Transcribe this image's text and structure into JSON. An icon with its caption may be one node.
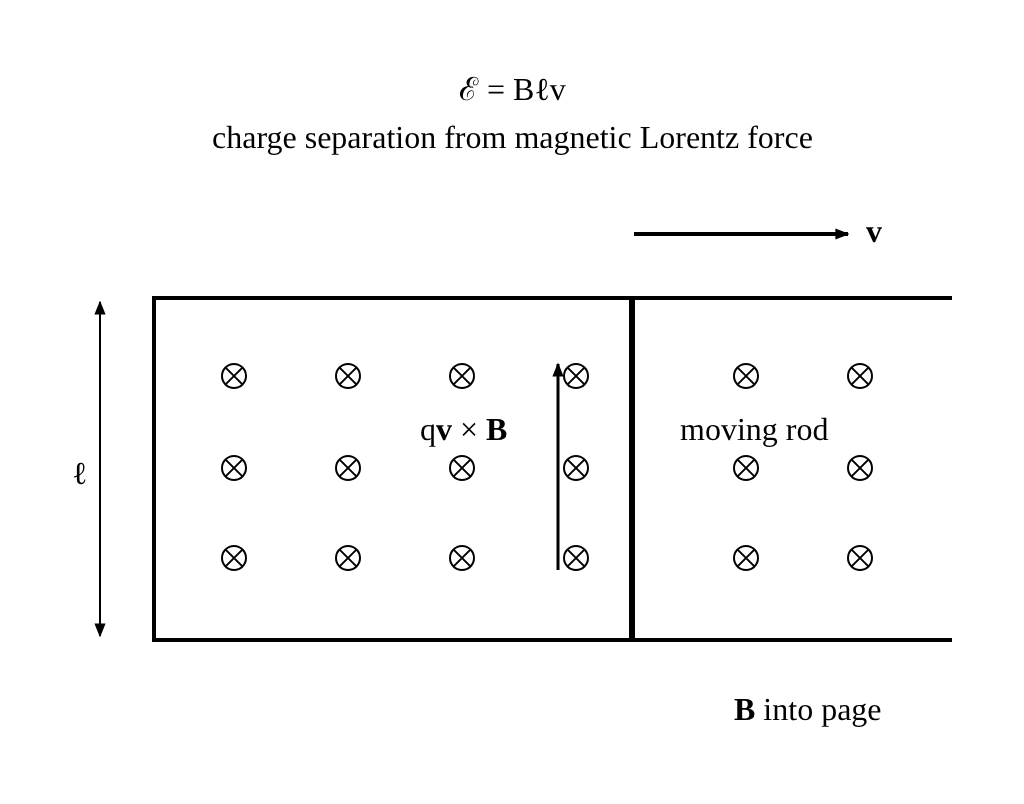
{
  "diagram": {
    "title": "ℰ = Bℓv",
    "labels": [
      "charge separation from magnetic Lorentz force",
      "**v**",
      "ℓ",
      "q**v** × **B**",
      "moving rod",
      "**B** into page"
    ]
  }
}
